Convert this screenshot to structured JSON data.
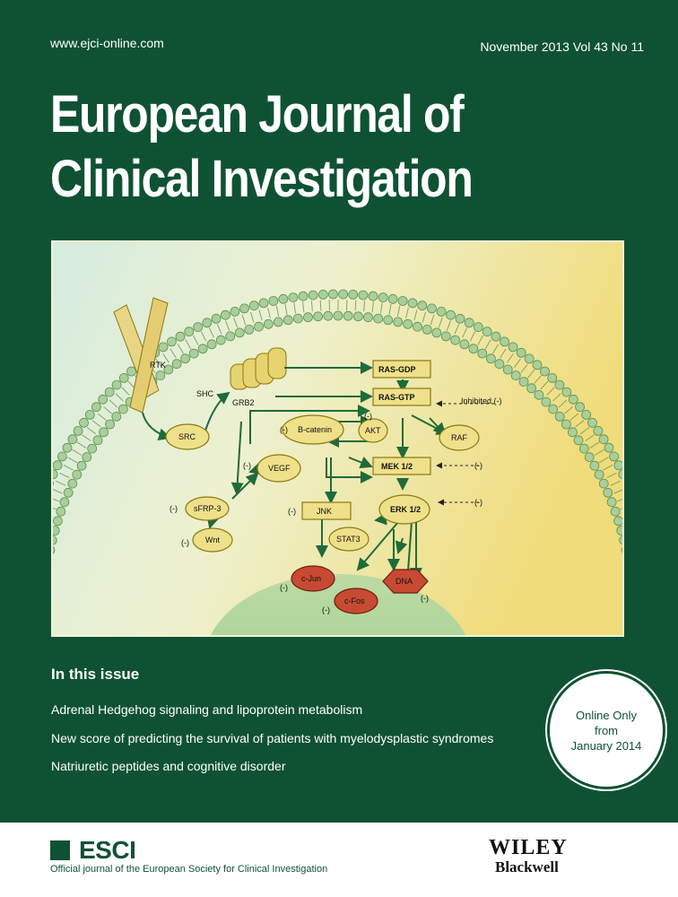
{
  "header": {
    "url": "www.ejci-online.com",
    "issue": "November 2013  Vol 43  No 11",
    "title_line1": "European Journal of",
    "title_line2": "Clinical Investigation"
  },
  "figure": {
    "nodes": {
      "rtk": "RTK",
      "shc": "SHC",
      "grb2": "GRB2",
      "src": "SRC",
      "ras_gdp": "RAS-GDP",
      "ras_gtp": "RAS-GTP",
      "inhibited": "Inhibited (-)",
      "b_catenin": "B-catenin",
      "akt": "AKT",
      "raf": "RAF",
      "vegf": "VEGF",
      "mek": "MEK 1/2",
      "sfrp3": "sFRP-3",
      "wnt": "Wnt",
      "jnk": "JNK",
      "erk": "ERK 1/2",
      "stat3": "STAT3",
      "cjun": "c-Jun",
      "cfos": "c-Fos",
      "dna": "DNA",
      "minus": "(-)"
    },
    "colors": {
      "node_fill": "#efe08a",
      "node_stroke": "#8a7a10",
      "arrow": "#1e6b3a",
      "nucleus_node": "#c84a32",
      "membrane_bead": "#a9cf9a"
    }
  },
  "in_this_issue": {
    "heading": "In this issue",
    "items": [
      "Adrenal Hedgehog signaling and lipoprotein metabolism",
      "New score of predicting the survival of patients with myelodysplastic syndromes",
      "Natriuretic peptides and cognitive disorder"
    ]
  },
  "badge": {
    "line1": "Online Only",
    "line2": "from",
    "line3": "January 2014"
  },
  "footer": {
    "society": "ESCI",
    "official": "Official journal of the European Society for Clinical Investigation",
    "publisher": "WILEY",
    "imprint": "Blackwell"
  }
}
